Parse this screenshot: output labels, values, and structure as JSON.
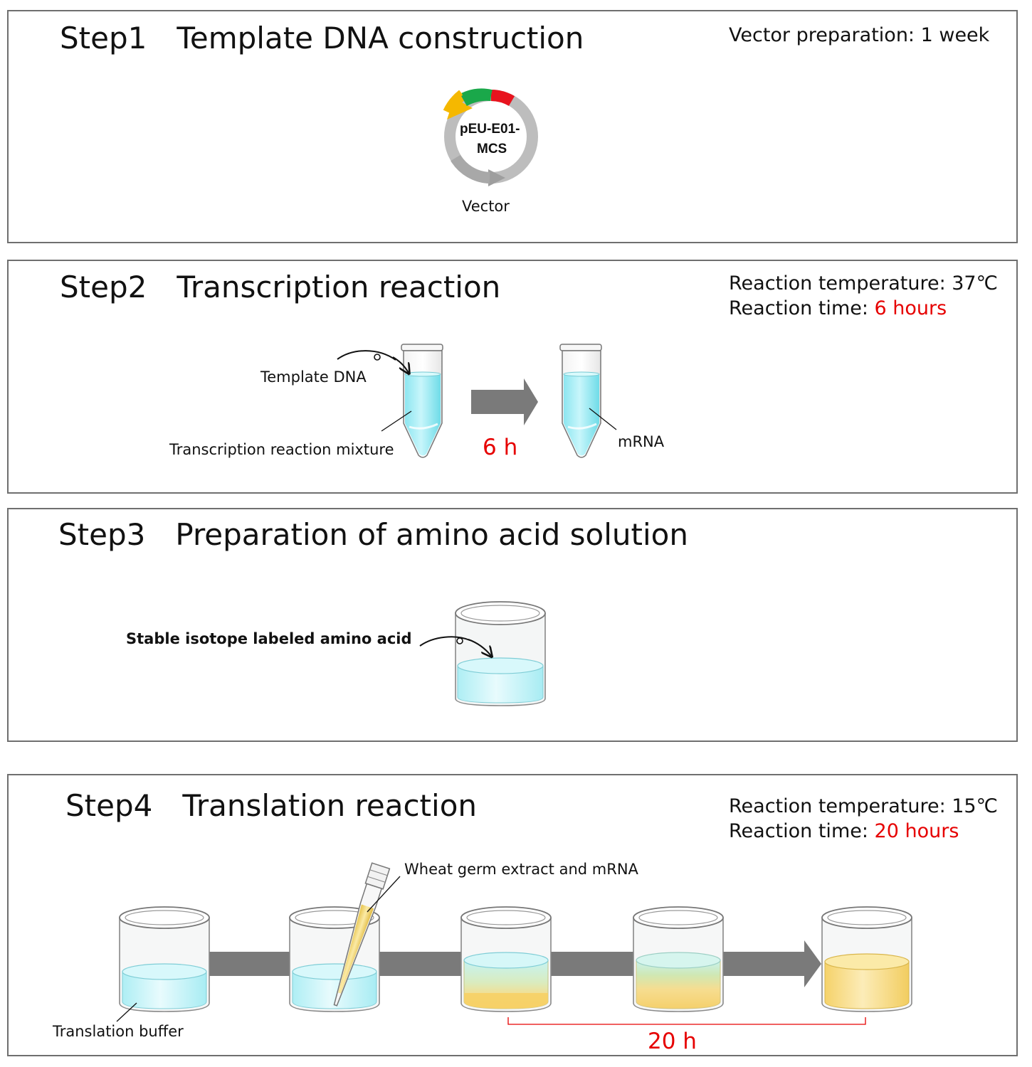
{
  "step1": {
    "title": "Step1　Template DNA construction",
    "info": "Vector preparation: 1 week",
    "plasmid_name_line1": "pEU-E01-",
    "plasmid_name_line2": "MCS",
    "vector_label": "Vector"
  },
  "step2": {
    "title": "Step2　Transcription reaction",
    "temp_label": "Reaction temperature: 37℃",
    "time_prefix": "Reaction time: ",
    "time_value": "6 hours",
    "template_dna_label": "Template DNA",
    "mixture_label": "Transcription reaction mixture",
    "duration": "6 h",
    "mrna_label": "mRNA"
  },
  "step3": {
    "title": "Step3　Preparation of amino acid solution",
    "amino_label": "Stable isotope labeled amino acid"
  },
  "step4": {
    "title": "Step4　Translation reaction",
    "temp_label": "Reaction temperature: 15℃",
    "time_prefix": "Reaction time: ",
    "time_value": "20 hours",
    "wheat_label": "Wheat germ extract and mRNA",
    "buffer_label": "Translation buffer",
    "duration": "20 h"
  },
  "colors": {
    "accent_red": "#e60000",
    "liquid_blue": "#bff3f7",
    "liquid_yellow": "#f8dc82",
    "arrow_gray": "#7a7a7a",
    "plasmid_green": "#1aa84a",
    "plasmid_red": "#e8141e",
    "plasmid_yellow": "#f5b800"
  }
}
